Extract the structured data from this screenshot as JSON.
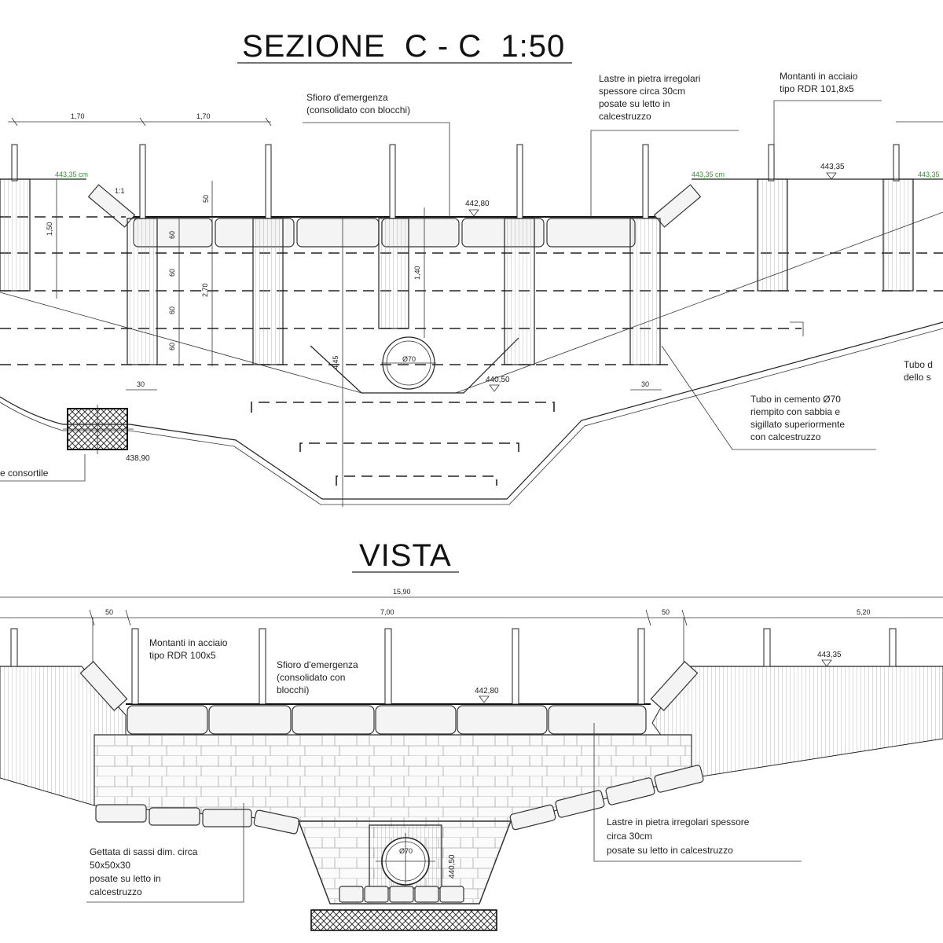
{
  "section": {
    "title": "SEZIONE  C - C  1:50",
    "notes": {
      "sfioro": [
        "Sfioro d'emergenza",
        "(consolidato con blocchi)"
      ],
      "lastre": [
        "Lastre in pietra irregolari",
        "spessore circa 30cm",
        "posate su letto in",
        "calcestruzzo"
      ],
      "montanti": [
        "Montanti in acciaio",
        "tipo RDR 101,8x5"
      ],
      "tubo": [
        "Tubo in cemento Ø70",
        "riempito con sabbia e",
        "sigillato superiormente",
        "con calcestruzzo"
      ],
      "tubo_right": [
        "Tubo d",
        "dello s"
      ],
      "consortile": "e consortile"
    },
    "dims": {
      "d170a": "1,70",
      "d170b": "1,70",
      "d150": "1,50",
      "d11": "1:1",
      "d50a": "50",
      "d60a": "60",
      "d60b": "60",
      "d60c": "60",
      "d60d": "60",
      "d270": "2,70",
      "d140": "1,40",
      "d445": "4,45",
      "d30a": "30",
      "d30b": "30",
      "dphi": "Ø70"
    },
    "levels": {
      "l44280": "442,80",
      "l44050": "440,50",
      "l44335": "443,35",
      "l43890": "438,90",
      "g_left": "443,35 cm",
      "g_right": "443,35 cm",
      "g_far": "443,35"
    }
  },
  "view": {
    "title": "VISTA",
    "notes": {
      "montanti": [
        "Montanti in acciaio",
        "tipo RDR 100x5"
      ],
      "sfioro": [
        "Sfioro d'emergenza",
        "(consolidato con",
        "blocchi)"
      ],
      "lastre": [
        "Lastre in pietra irregolari spessore",
        "circa 30cm",
        "posate su letto in calcestruzzo"
      ],
      "gettata": [
        "Gettata di sassi dim. circa",
        "50x50x30",
        "posate su letto in",
        "calcestruzzo"
      ]
    },
    "dims": {
      "total": "15,90",
      "d50a": "50",
      "d700": "7,00",
      "d50b": "50",
      "d520": "5,20",
      "dphi": "Ø70"
    },
    "levels": {
      "l44280": "442,80",
      "l44335": "443,35",
      "l44050": "440,50"
    }
  }
}
